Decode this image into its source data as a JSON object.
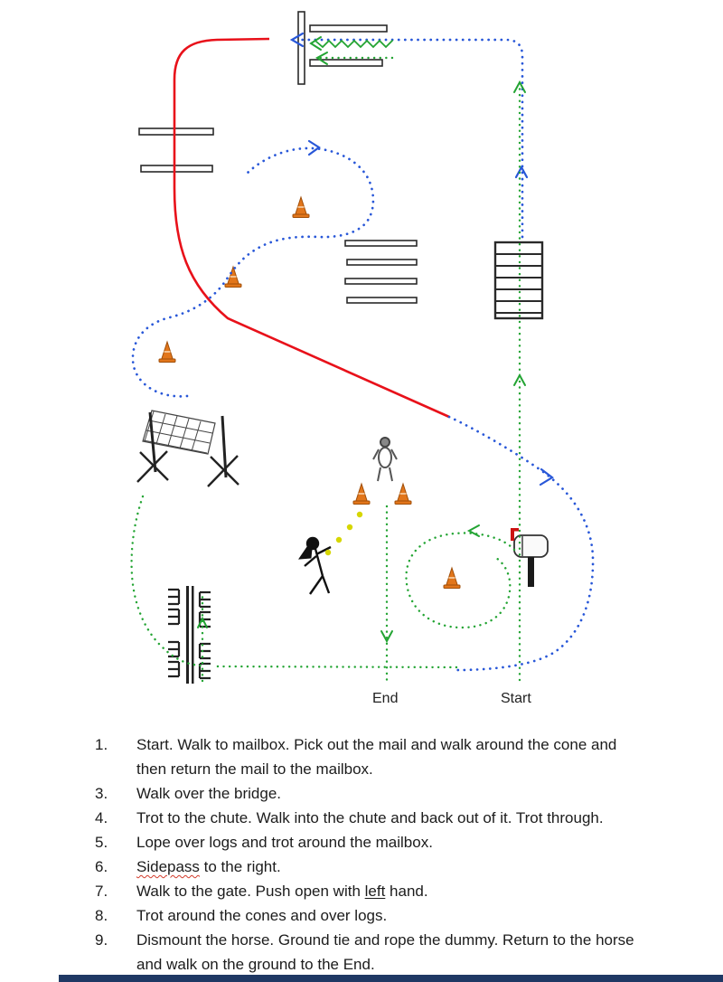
{
  "colors": {
    "lope_path_red": "#e8111a",
    "trot_path_blue": "#2857d8",
    "walk_path_green": "#23a433",
    "cone_orange": "#e2761b",
    "rope_yellow": "#d6d600",
    "mailbox_flag_red": "#cc1212",
    "footer_bar_navy": "#1f3864"
  },
  "diagram": {
    "labels": {
      "end": "End",
      "start": "Start"
    },
    "obstacles": [
      "chute",
      "double-poles",
      "cones",
      "lope-logs",
      "bridge",
      "net-jump",
      "horse",
      "dummy",
      "mailbox",
      "gate"
    ]
  },
  "instructions": {
    "items": [
      {
        "num": "1.",
        "lines": [
          [
            {
              "t": "Start. Walk to mailbox. Pick out the mail and walk around the cone and",
              "u": ""
            }
          ],
          [
            {
              "t": "then return the mail to the mailbox.",
              "u": ""
            }
          ]
        ]
      },
      {
        "num": "3.",
        "lines": [
          [
            {
              "t": "Walk over the bridge.",
              "u": ""
            }
          ]
        ]
      },
      {
        "num": "4.",
        "lines": [
          [
            {
              "t": "Trot to the chute. Walk into the chute and back out of it. Trot through.",
              "u": ""
            }
          ]
        ]
      },
      {
        "num": "5.",
        "lines": [
          [
            {
              "t": "Lope over logs and trot around the mailbox.",
              "u": ""
            }
          ]
        ]
      },
      {
        "num": "6.",
        "lines": [
          [
            {
              "t": "Sidepass",
              "u": "wavy"
            },
            {
              "t": " to the right.",
              "u": ""
            }
          ]
        ]
      },
      {
        "num": "7.",
        "lines": [
          [
            {
              "t": "Walk to the gate. Push open with ",
              "u": ""
            },
            {
              "t": "left",
              "u": "solid"
            },
            {
              "t": " hand.",
              "u": ""
            }
          ]
        ]
      },
      {
        "num": "8.",
        "lines": [
          [
            {
              "t": "Trot around the cones and over logs.",
              "u": ""
            }
          ]
        ]
      },
      {
        "num": "9.",
        "lines": [
          [
            {
              "t": "Dismount the horse. Ground tie and rope the dummy. Return to the horse",
              "u": ""
            }
          ],
          [
            {
              "t": "and walk on the ground to the End.",
              "u": ""
            }
          ]
        ]
      }
    ]
  }
}
